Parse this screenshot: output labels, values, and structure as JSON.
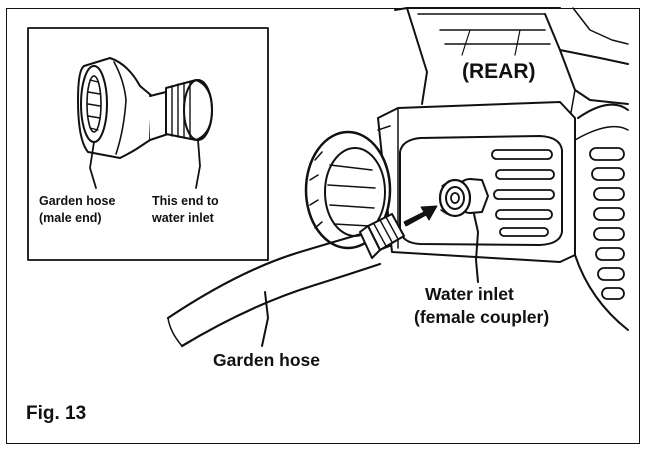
{
  "view_label": "(REAR)",
  "inset": {
    "hose_end_label_line1": "Garden hose",
    "hose_end_label_line2": "(male end)",
    "inlet_end_label_line1": "This end to",
    "inlet_end_label_line2": "water inlet"
  },
  "water_inlet_label_line1": "Water inlet",
  "water_inlet_label_line2": "(female coupler)",
  "garden_hose_label": "Garden hose",
  "figure_label": "Fig. 13"
}
